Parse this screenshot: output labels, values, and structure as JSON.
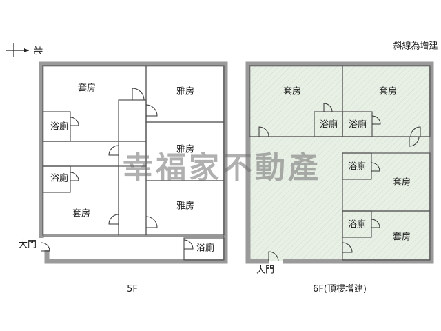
{
  "north": {
    "label": "北"
  },
  "legend": {
    "text": "斜線為增建"
  },
  "watermark": {
    "text": "幸福家不動產"
  },
  "plan_5f": {
    "caption": "5F",
    "rooms": {
      "suite_top": "套房",
      "bath_top": "浴廁",
      "bath_mid": "浴廁",
      "suite_bottom": "套房",
      "ya_1": "雅房",
      "ya_2": "雅房",
      "ya_3": "雅房",
      "bath_entry": "浴廁"
    },
    "entrance": "大門"
  },
  "plan_6f": {
    "caption": "6F(頂樓增建)",
    "rooms": {
      "suite_1": "套房",
      "suite_2": "套房",
      "bath_1": "浴廁",
      "bath_2": "浴廁",
      "bath_3": "浴廁",
      "suite_3": "套房",
      "bath_4": "浴廁",
      "suite_4": "套房"
    },
    "entrance": "大門",
    "hatch_color": "#e6efe4"
  }
}
